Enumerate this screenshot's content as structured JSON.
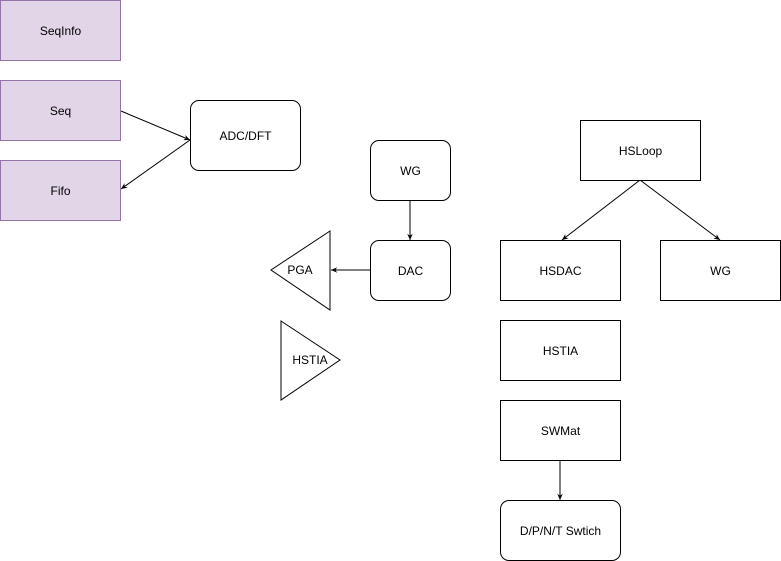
{
  "nodes": {
    "seqinfo": "SeqInfo",
    "seq": "Seq",
    "fifo": "Fifo",
    "adc_dft": "ADC/DFT",
    "wg_mid": "WG",
    "dac": "DAC",
    "pga": "PGA",
    "hstia_tri": "HSTIA",
    "hsloop": "HSLoop",
    "hsdac": "HSDAC",
    "wg_right": "WG",
    "hstia_box": "HSTIA",
    "swmat": "SWMat",
    "dpnt_switch": "D/P/N/T Swtich"
  },
  "edges": [
    {
      "from": "Seq",
      "to": "ADC/DFT"
    },
    {
      "from": "ADC/DFT",
      "to": "Fifo"
    },
    {
      "from": "WG",
      "to": "DAC"
    },
    {
      "from": "DAC",
      "to": "PGA"
    },
    {
      "from": "HSLoop",
      "to": "HSDAC"
    },
    {
      "from": "HSLoop",
      "to": "WG"
    },
    {
      "from": "SWMat",
      "to": "D/P/N/T Swtich"
    }
  ],
  "colors": {
    "purple_fill": "#e1d5e7",
    "purple_stroke": "#9673a6",
    "line": "#000000"
  }
}
